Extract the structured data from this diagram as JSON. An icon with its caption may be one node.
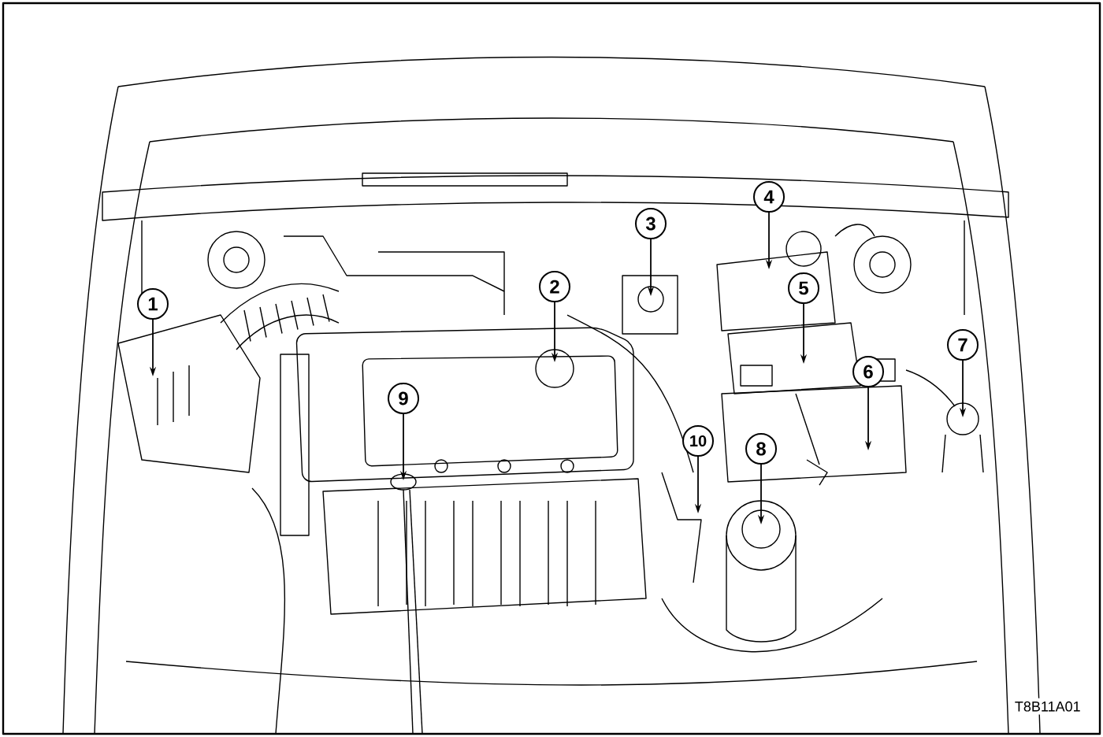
{
  "diagram": {
    "nodes": [
      {
        "text": [
          "1"
        ]
      },
      {
        "text": [
          "2"
        ]
      },
      {
        "text": [
          "3"
        ]
      },
      {
        "text": [
          "4"
        ]
      },
      {
        "text": [
          "5"
        ]
      },
      {
        "text": [
          "6"
        ]
      },
      {
        "text": [
          "7"
        ]
      },
      {
        "text": [
          "8"
        ]
      },
      {
        "text": [
          "9"
        ]
      },
      {
        "text": [
          "10"
        ]
      }
    ],
    "edges": [
      {
        "from": 0,
        "to": null,
        "arrow": "to"
      },
      {
        "from": 1,
        "to": null,
        "arrow": "to"
      },
      {
        "from": 2,
        "to": null,
        "arrow": "to"
      },
      {
        "from": 3,
        "to": null,
        "arrow": "to"
      },
      {
        "from": 4,
        "to": null,
        "arrow": "to"
      },
      {
        "from": 5,
        "to": null,
        "arrow": "to"
      },
      {
        "from": 6,
        "to": null,
        "arrow": "to"
      },
      {
        "from": 7,
        "to": null,
        "arrow": "to"
      },
      {
        "from": 8,
        "to": null,
        "arrow": "to"
      },
      {
        "from": 9,
        "to": null,
        "arrow": "to"
      }
    ],
    "labels": [
      "T8B11A01"
    ]
  }
}
